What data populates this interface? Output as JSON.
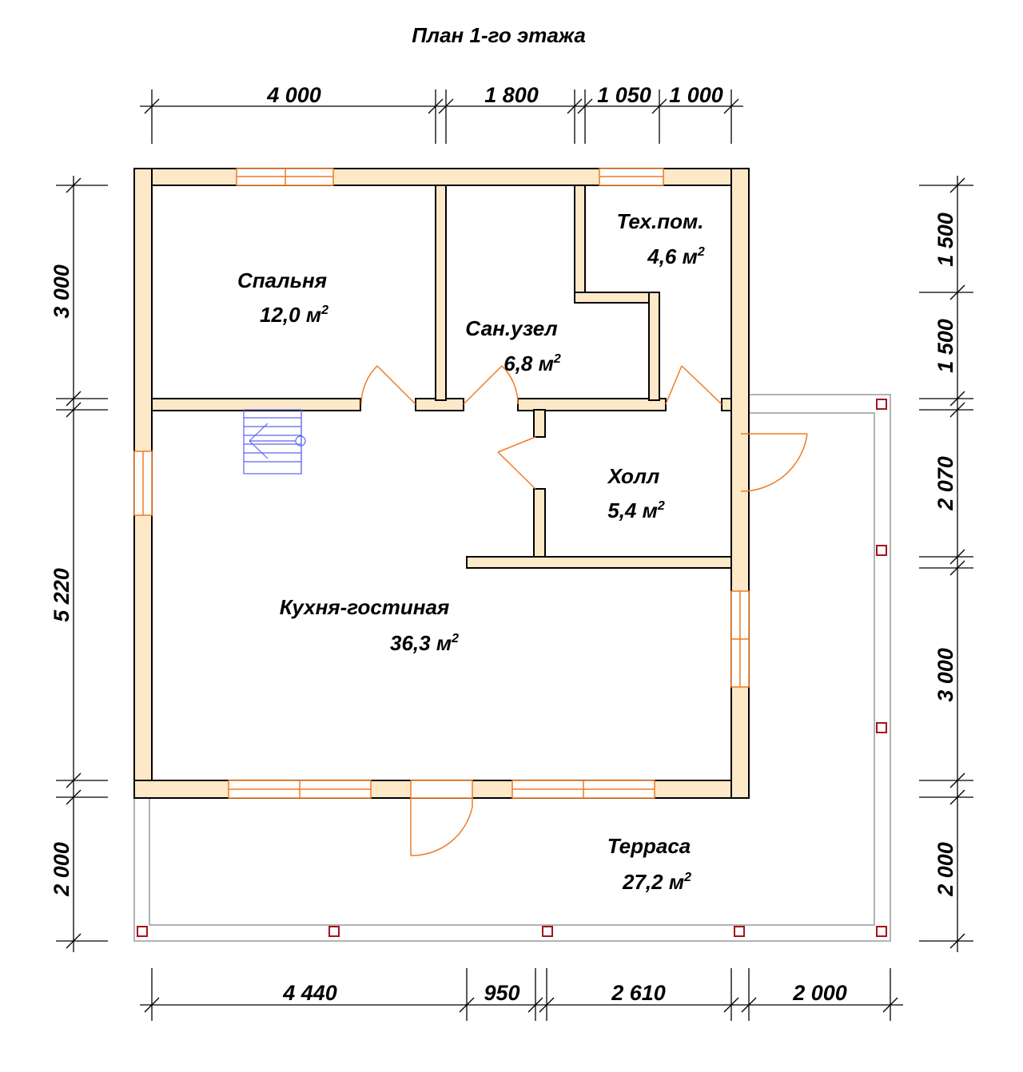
{
  "title": "План 1-го этажа",
  "dimensions": {
    "top": [
      "4 000",
      "1 800",
      "1 050",
      "1 000"
    ],
    "bottom": [
      "4 440",
      "950",
      "2 610",
      "2 000"
    ],
    "left": [
      "3 000",
      "5 220",
      "2 000"
    ],
    "right": [
      "1 500",
      "1 500",
      "2 070",
      "3 000",
      "2 000"
    ]
  },
  "rooms": [
    {
      "name": "Спальня",
      "area": "12,0 м",
      "sup": "2"
    },
    {
      "name": "Сан.узел",
      "area": "6,8 м",
      "sup": "2"
    },
    {
      "name": "Тех.пом.",
      "area": "4,6 м",
      "sup": "2"
    },
    {
      "name": "Холл",
      "area": "5,4 м",
      "sup": "2"
    },
    {
      "name": "Кухня-гостиная",
      "area": "36,3 м",
      "sup": "2"
    },
    {
      "name": "Терраса",
      "area": "27,2 м",
      "sup": "2"
    }
  ],
  "colors": {
    "wall": "#fde8c8",
    "door_window": "#f07a22",
    "post": "#a3141c",
    "stair": "#5a64f0"
  }
}
